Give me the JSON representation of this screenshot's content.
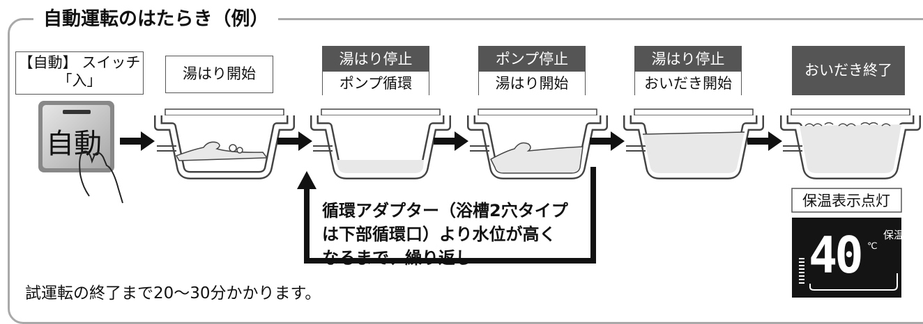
{
  "title": "自動運転のはたらき（例）",
  "steps": [
    {
      "line1": "【自動】 スイッチ",
      "line2": "「入」"
    },
    {
      "text": "湯はり開始"
    },
    {
      "top": "湯はり停止",
      "bottom": "ポンプ循環"
    },
    {
      "top": "ポンプ停止",
      "bottom": "湯はり開始"
    },
    {
      "top": "湯はり停止",
      "bottom": "おいだき開始"
    },
    {
      "text": "おいだき終了"
    }
  ],
  "switch_label": "自動",
  "repeat_note": {
    "line1": "循環アダプター（浴槽2穴タイプ",
    "line2": "は下部循環口）より水位が高く",
    "line3": "なるまで、繰り返し"
  },
  "keep_warm_label": "保温表示点灯",
  "display": {
    "temperature": "40",
    "unit": "℃",
    "mode": "保温"
  },
  "footer": "試運転の終了まで20〜30分かかります。",
  "colors": {
    "frame": "#a9a9a9",
    "dark_label": "#555555",
    "display_bg": "#141414",
    "water": "#e8e8e8"
  }
}
